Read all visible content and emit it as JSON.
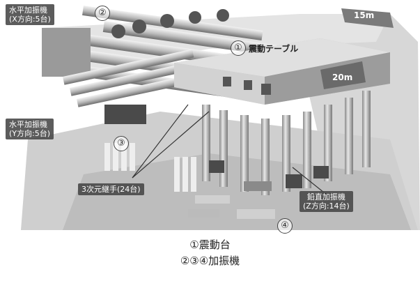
{
  "labels": {
    "h_exciter_x": {
      "title": "水平加振機",
      "sub": "(X方向:5台)"
    },
    "h_exciter_y": {
      "title": "水平加振機",
      "sub": "(Y方向:5台)"
    },
    "joints": "3次元継手(24台)",
    "v_exciter": {
      "title": "鉛直加振機",
      "sub": "(Z方向:14台)"
    },
    "table": "震動テーブル",
    "dim_15": "15m",
    "dim_20": "20m"
  },
  "markers": {
    "m1": "①",
    "m2": "②",
    "m3": "③",
    "m4": "④"
  },
  "caption": {
    "line1": "①震動台",
    "line2": "②③④加振機"
  }
}
